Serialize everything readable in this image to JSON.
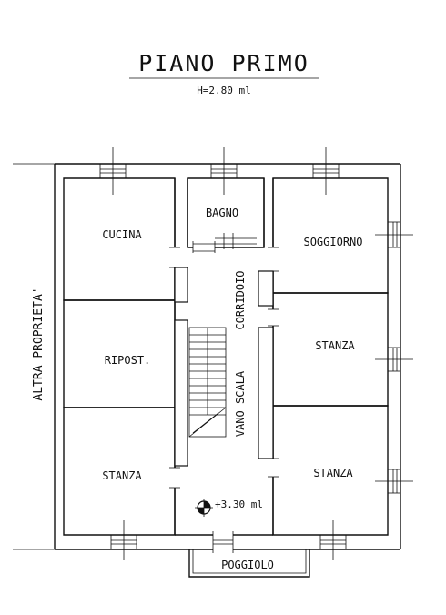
{
  "header": {
    "title": "PIANO PRIMO",
    "height_note": "H=2.80 ml"
  },
  "rooms": {
    "cucina": "CUCINA",
    "bagno": "BAGNO",
    "soggiorno": "SOGGIORNO",
    "corridoio": "CORRIDOIO",
    "ripost": "RIPOST.",
    "stanza_right_mid": "STANZA",
    "vano_scala": "VANO SCALA",
    "stanza_left_bottom": "STANZA",
    "stanza_right_bottom": "STANZA",
    "poggiolo": "POGGIOLO"
  },
  "labels": {
    "altra_proprieta": "ALTRA PROPRIETA'",
    "level_mark": "+3.30 ml"
  },
  "colors": {
    "line": "#111111",
    "background": "#ffffff"
  }
}
